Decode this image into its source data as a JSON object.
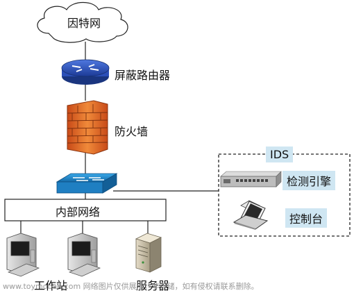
{
  "nodes": {
    "internet": "因特网",
    "router": "屏蔽路由器",
    "firewall": "防火墙",
    "lan": "内部网络",
    "ids_title": "IDS",
    "ids_engine": "检测引擎",
    "console": "控制台",
    "workstation": "工作站",
    "server": "服务器"
  },
  "watermark": "www.toymoban.com 网络图片仅供展示，非存储，如有侵权请联系删除。",
  "colors": {
    "router": "#2b4fb8",
    "firewall": "#e07a2c",
    "switch": "#1f8fd6",
    "ids_label_bg": "#cfe6f2"
  }
}
